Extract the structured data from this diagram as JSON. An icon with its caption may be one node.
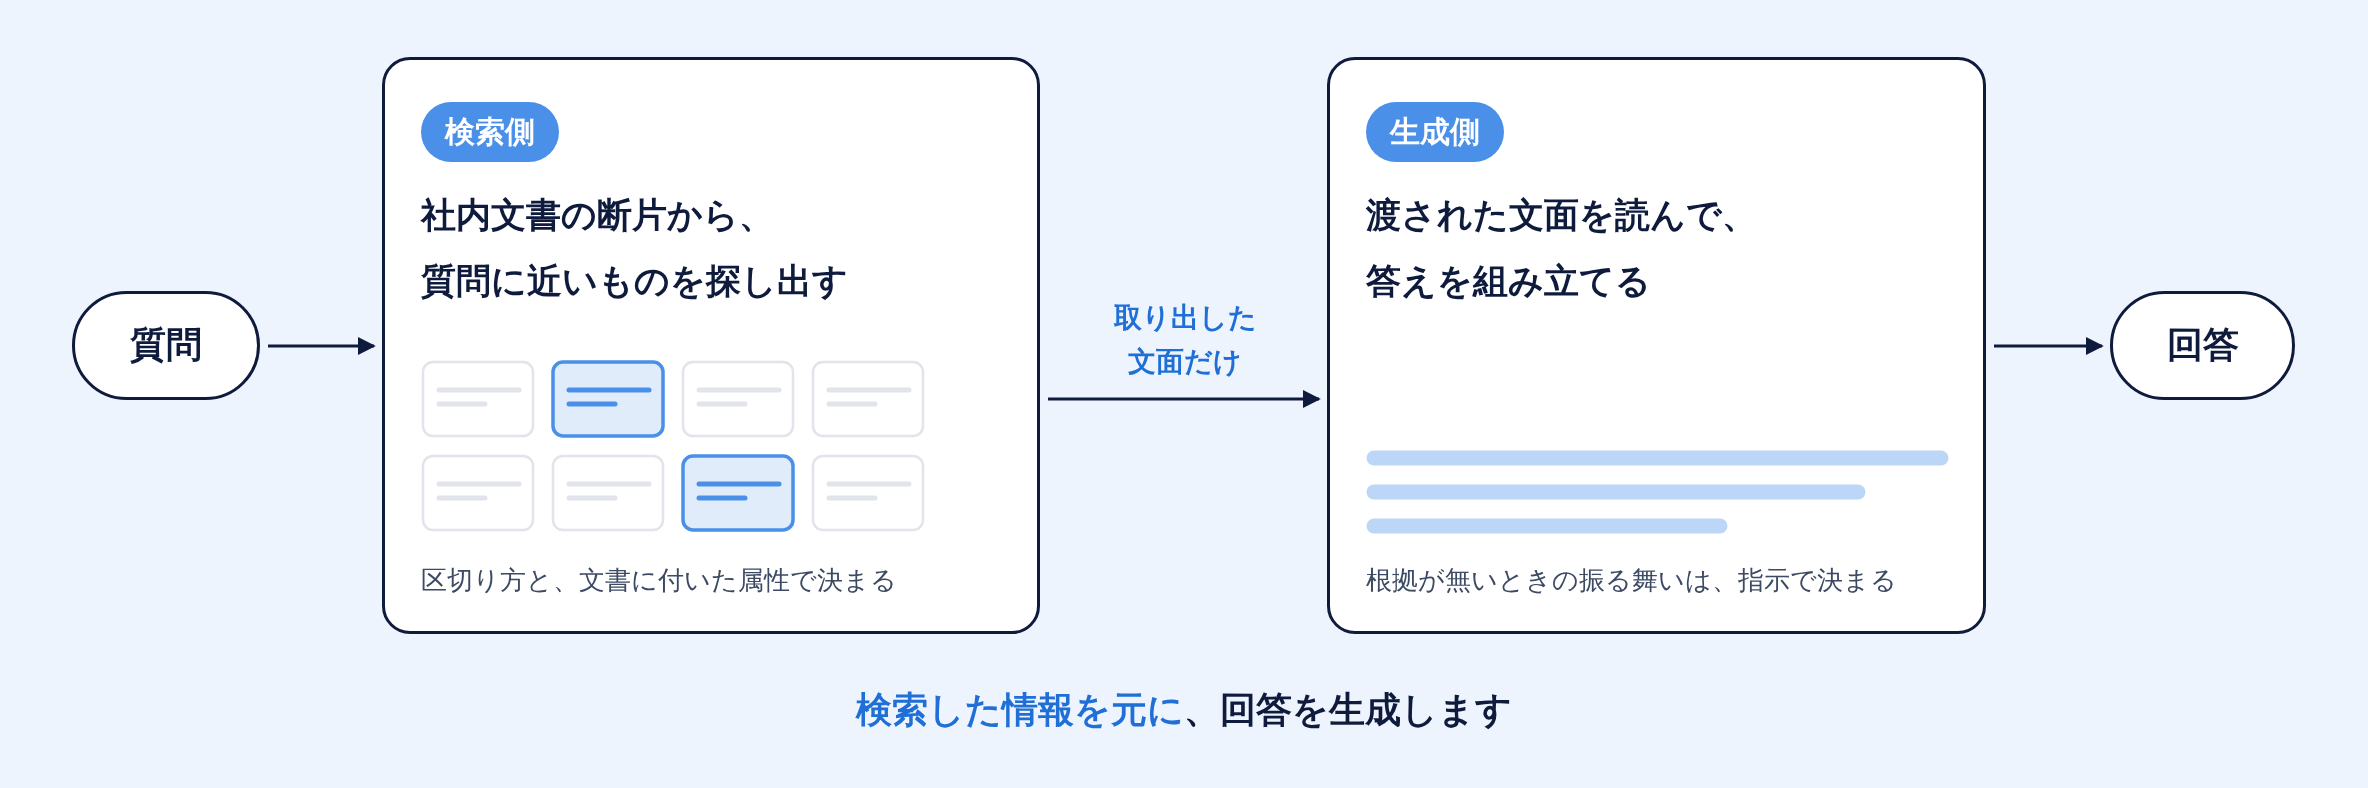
{
  "diagram": {
    "caption": "**検索した情報を元に**、回答を生成します",
    "nodes": [
      {
        "text": [
          "質問"
        ]
      },
      {
        "text": [
          "検索側",
          "社内文書の断片から、質問に近いものを探し出す",
          "区切り方と、文書に付いた属性で決まる"
        ]
      },
      {
        "text": [
          "生成側",
          "渡された文面を読んで、答えを組み立てる",
          "根拠が無いときの振る舞いは、指示で決まる"
        ]
      },
      {
        "text": [
          "回答"
        ]
      }
    ],
    "edges": [
      {
        "from": 0,
        "to": 1,
        "arrow": "to"
      },
      {
        "from": 1,
        "to": 2,
        "arrow": "to",
        "label": "取り出した文面だけ"
      },
      {
        "from": 2,
        "to": 3,
        "arrow": "to"
      }
    ]
  }
}
